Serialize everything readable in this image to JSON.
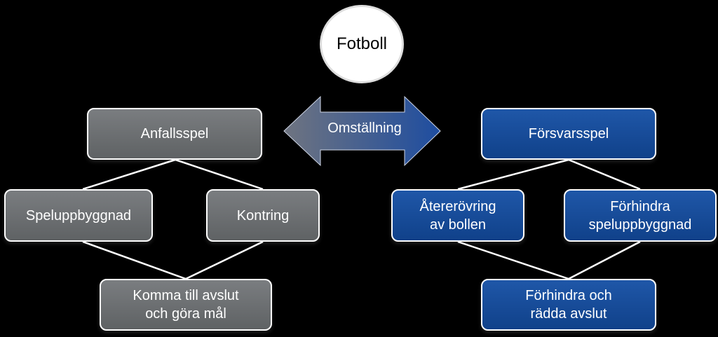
{
  "root": {
    "label": "Fotboll"
  },
  "transition": {
    "label": "Omställning"
  },
  "attack": {
    "top": "Anfallsspel",
    "left": "Speluppbyggnad",
    "right": "Kontring",
    "bottom": "Komma till avslut\noch göra mål"
  },
  "defense": {
    "top": "Försvarsspel",
    "left": "Återerövring\nav bollen",
    "right": "Förhindra\nspeluppbyggnad",
    "bottom": "Förhindra och\nrädda avslut"
  },
  "colors": {
    "attack": "#6b6e70",
    "defense": "#1a4f9c",
    "background": "#000000"
  }
}
